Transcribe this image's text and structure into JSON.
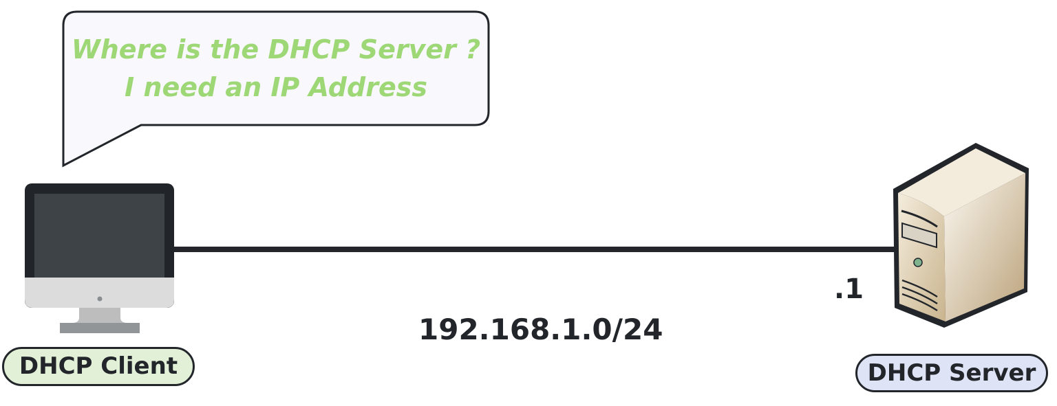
{
  "bubble": {
    "line1": "Where is the DHCP Server ?",
    "line2": "I need an IP Address"
  },
  "client": {
    "label": "DHCP Client"
  },
  "server": {
    "label": "DHCP Server",
    "host_id": ".1"
  },
  "network": {
    "subnet": "192.168.1.0/24"
  },
  "colors": {
    "bubble_text": "#9dd776",
    "client_pill": "#e3f0d8",
    "server_pill": "#dfe3f6",
    "line": "#22262b"
  }
}
